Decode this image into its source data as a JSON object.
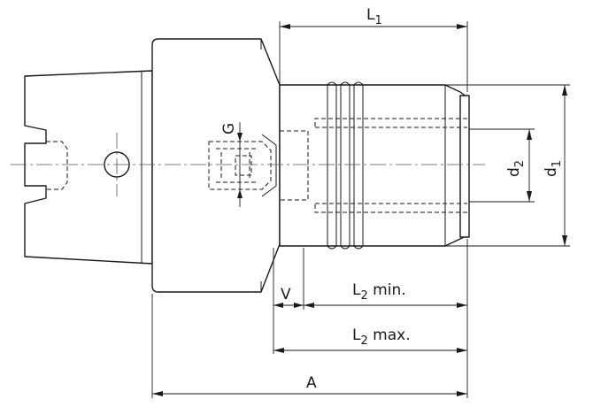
{
  "labels": {
    "L1": {
      "main": "L",
      "sub": "1"
    },
    "G": "G",
    "d2": {
      "main": "d",
      "sub": "2"
    },
    "d1": {
      "main": "d",
      "sub": "1"
    },
    "V": "V",
    "L2min": {
      "main": "L",
      "sub": "2",
      "suffix": " min."
    },
    "L2max": {
      "main": "L",
      "sub": "2",
      "suffix": " max."
    },
    "A": "A"
  }
}
